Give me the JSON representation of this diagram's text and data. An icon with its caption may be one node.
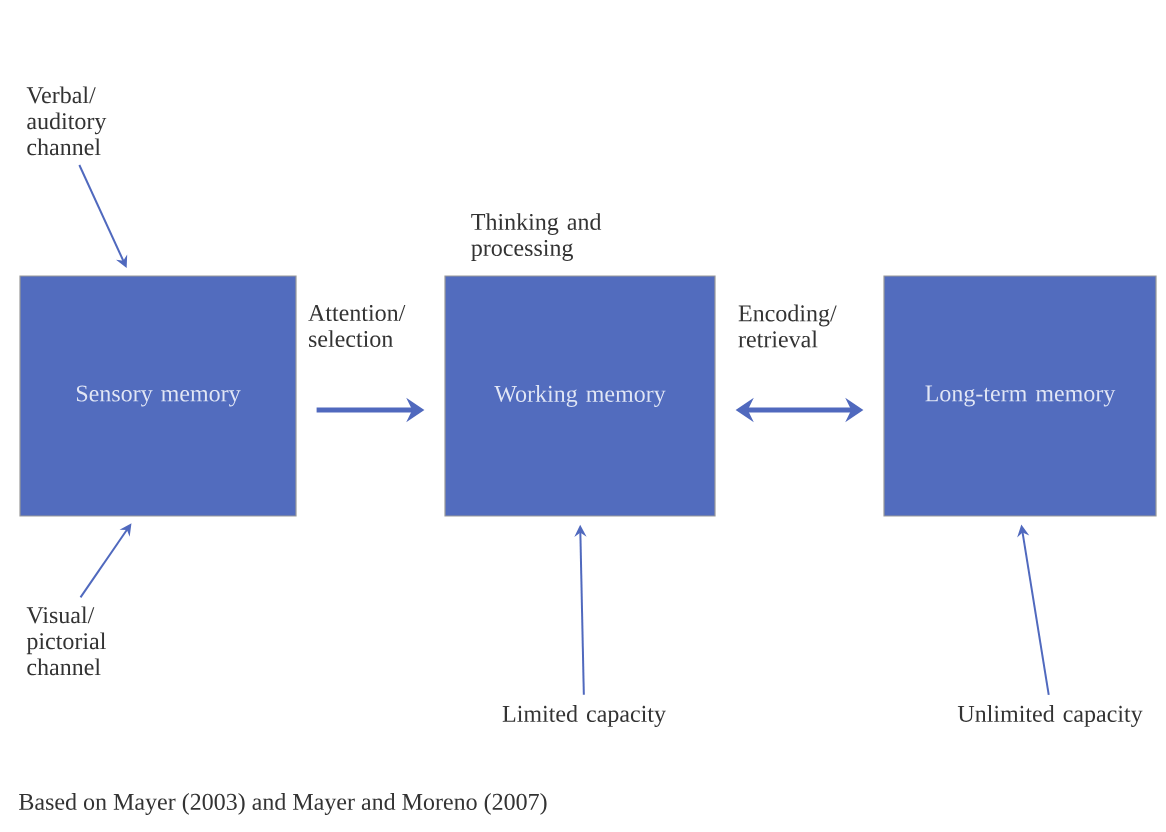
{
  "diagram": {
    "nodes": [
      {
        "text": [
          "Verbal/ auditory channel"
        ]
      },
      {
        "text": [
          "Sensory memory"
        ]
      },
      {
        "text": [
          "Working memory"
        ],
        "beside": [
          "Thinking and processing"
        ]
      },
      {
        "text": [
          "Long-term memory"
        ]
      },
      {
        "text": [
          "Visual/ pictorial channel"
        ]
      },
      {
        "text": [
          "Limited capacity"
        ]
      },
      {
        "text": [
          "Unlimited capacity"
        ]
      }
    ],
    "edges": [
      {
        "from": 0,
        "to": 1,
        "arrow": "to"
      },
      {
        "from": 4,
        "to": 1,
        "arrow": "to"
      },
      {
        "from": 1,
        "to": 2,
        "arrow": "to",
        "label": "Attention/ selection",
        "style": "thick"
      },
      {
        "from": 2,
        "to": 3,
        "arrow": "both",
        "label": "Encoding/ retrieval",
        "style": "thick"
      },
      {
        "from": 5,
        "to": 2,
        "arrow": "to"
      },
      {
        "from": 6,
        "to": 3,
        "arrow": "to"
      }
    ],
    "caption": "Based on Mayer (2003) and Mayer and Moreno (2007)"
  }
}
